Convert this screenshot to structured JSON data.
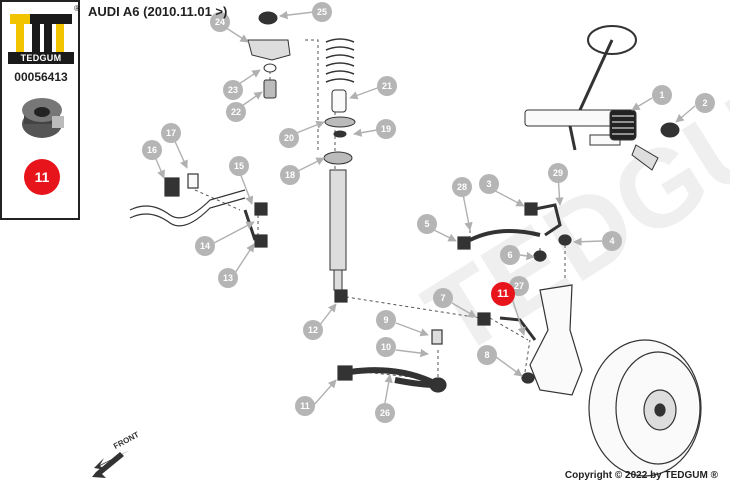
{
  "header": {
    "brand": "TEDGUM",
    "registered_mark": "®",
    "vehicle": "AUDI A6 (2010.11.01 >)",
    "part_number": "00056413",
    "selected_part": "11"
  },
  "watermark": "TEDGUM",
  "front_label": "FRONT",
  "footer": {
    "copyright": "Copyright © 2022 by TEDGUM ®"
  },
  "callouts": [
    {
      "n": "1"
    },
    {
      "n": "2"
    },
    {
      "n": "3"
    },
    {
      "n": "4"
    },
    {
      "n": "5"
    },
    {
      "n": "6"
    },
    {
      "n": "7"
    },
    {
      "n": "8"
    },
    {
      "n": "9"
    },
    {
      "n": "10"
    },
    {
      "n": "11"
    },
    {
      "n": "11"
    },
    {
      "n": "12"
    },
    {
      "n": "13"
    },
    {
      "n": "14"
    },
    {
      "n": "15"
    },
    {
      "n": "16"
    },
    {
      "n": "17"
    },
    {
      "n": "18"
    },
    {
      "n": "19"
    },
    {
      "n": "20"
    },
    {
      "n": "21"
    },
    {
      "n": "22"
    },
    {
      "n": "23"
    },
    {
      "n": "24"
    },
    {
      "n": "25"
    },
    {
      "n": "26"
    },
    {
      "n": "27"
    },
    {
      "n": "28"
    },
    {
      "n": "29"
    }
  ],
  "colors": {
    "accent": "#e8141b",
    "callout": "#b5b5b5",
    "logo_yellow": "#f2c400",
    "ink": "#222222"
  }
}
